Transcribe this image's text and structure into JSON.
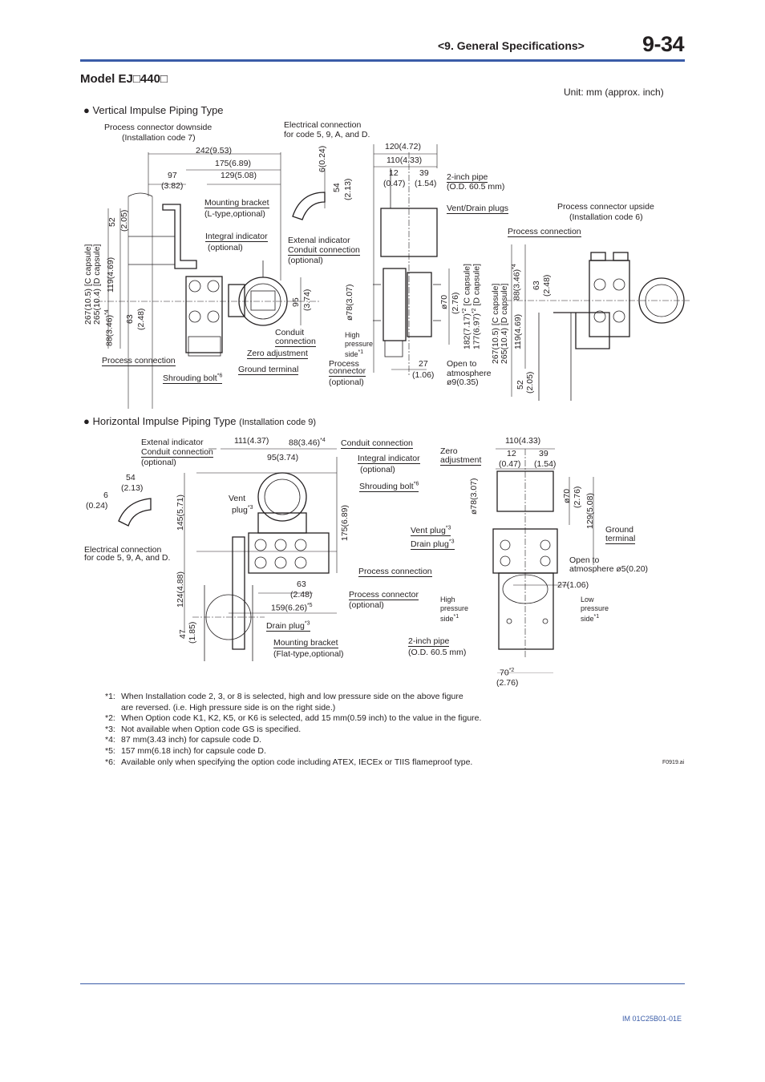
{
  "header": {
    "section": "<9.  General Specifications>",
    "page": "9-34"
  },
  "model_title": "Model EJ□440□",
  "unit_note": "Unit: mm (approx. inch)",
  "vertical": {
    "heading": "● Vertical Impulse Piping Type",
    "labels": {
      "downside": "Process connector downside",
      "downside_code": "(Installation code 7)",
      "elec1": "Electrical connection",
      "elec2": "for code 5, 9, A, and D.",
      "d242": "242(9.53)",
      "d175": "175(6.89)",
      "d97": "97",
      "d382": "(3.82)",
      "d129": "129(5.08)",
      "d6": "6(0.24)",
      "d54": "54",
      "d213": "(2.13)",
      "d120": "120(4.72)",
      "d110": "110(4.33)",
      "d12": "12",
      "d047": "(0.47)",
      "d39": "39",
      "d154": "(1.54)",
      "pipe1": "2-inch pipe",
      "pipe2": "(O.D. 60.5 mm)",
      "vent": "Vent/Drain plugs",
      "upside": "Process connector upside",
      "upside_code": "(Installation code 6)",
      "proc_conn_r": "Process connection",
      "mount1": "Mounting bracket",
      "mount2": "(L-type,optional)",
      "integ1": "Integral indicator",
      "integ2": "(optional)",
      "ext1": "Extenal indicator",
      "ext2": "Conduit connection",
      "ext3": "(optional)",
      "conduit1": "Conduit",
      "conduit2": "connection",
      "zero": "Zero adjustment",
      "proc_conn_l": "Process connection",
      "ground": "Ground terminal",
      "shroud": "Shrouding bolt",
      "shroud_sup": "*6",
      "high1": "High",
      "high2": "pressure",
      "high3": "side",
      "high_sup": "*1",
      "pconn1": "Process",
      "pconn2": "connector",
      "pconn3": "(optional)",
      "d27": "27",
      "d106": "(1.06)",
      "open1": "Open to",
      "open2": "atmosphere",
      "open3": "ø9(0.35)",
      "v52": "52",
      "v205": "(2.05)",
      "v119": "119(4.69)",
      "v267": "267(10.5) [C capsule]",
      "v265": "265(10.4) [D capsule]",
      "v88": "88(3.46)",
      "v88_sup": "*4",
      "v63": "63",
      "v248": "(2.48)",
      "v95": "95",
      "v374": "(3.74)",
      "v78": "ø78(3.07)",
      "v70": "ø70",
      "v276": "(2.76)",
      "v182": "182(7.17)",
      "v182_sup": "*2",
      "v182_c": " [C capsule]",
      "v177": "177(6.97)",
      "v177_d": " [D capsule]"
    }
  },
  "horizontal": {
    "heading": "● Horizontal Impulse Piping Type",
    "heading_small": "(Installation code 9)",
    "labels": {
      "ext1": "Extenal indicator",
      "ext2": "Conduit connection",
      "ext3": "(optional)",
      "d111": "111(4.37)",
      "d88": "88(3.46)",
      "d88_sup": "*4",
      "conduit": "Conduit connection",
      "d95": "95(3.74)",
      "integ1": "Integral indicator",
      "integ2": "(optional)",
      "shroud": "Shrouding bolt",
      "shroud_sup": "*6",
      "d54": "54",
      "d213": "(2.13)",
      "d6": "6",
      "d024": "(0.24)",
      "vent1": "Vent",
      "vent2": "plug",
      "vent_sup": "*3",
      "elec1": "Electrical connection",
      "elec2": "for code 5, 9, A, and D.",
      "v145": "145(5.71)",
      "v175": "175(6.89)",
      "v124": "124(4.88)",
      "v47": "47",
      "v185": "(1.85)",
      "d63": "63",
      "d248": "(2.48)",
      "d159": "159(6.26)",
      "d159_sup": "*5",
      "drain": "Drain plug",
      "drain_sup": "*3",
      "mount1": "Mounting bracket",
      "mount2": "(Flat-type,optional)",
      "proc_conn": "Process connection",
      "pconn1": "Process connector",
      "pconn2": "(optional)",
      "r110": "110(4.33)",
      "zero1": "Zero",
      "zero2": "adjustment",
      "r12": "12",
      "r047": "(0.47)",
      "r39": "39",
      "r154": "(1.54)",
      "r78": "ø78(3.07)",
      "r70": "ø70",
      "r276": "(2.76)",
      "r129": "129(5.08)",
      "ventp": "Vent plug",
      "ventp_sup": "*3",
      "drainp": "Drain plug",
      "drainp_sup": "*3",
      "ground1": "Ground",
      "ground2": "terminal",
      "open1": "Open to",
      "open2": "atmosphere ø5(0.20)",
      "r27": "27(1.06)",
      "high1": "High",
      "high2": "pressure",
      "high3": "side",
      "high_sup": "*1",
      "low1": "Low",
      "low2": "pressure",
      "low3": "side",
      "low_sup": "*1",
      "pipe1": "2-inch pipe",
      "pipe2": "(O.D. 60.5 mm)",
      "r70b": "70",
      "r70b_sup": "*2",
      "r276b": "(2.76)"
    }
  },
  "notes": [
    {
      "mark": "*1:",
      "text": "When Installation code 2, 3, or 8 is selected, high and low pressure side on the above figure"
    },
    {
      "mark": "",
      "text": "are reversed.   (i.e.  High pressure side is on the right side.)"
    },
    {
      "mark": "*2:",
      "text": "When Option code K1, K2, K5, or K6 is selected, add 15 mm(0.59 inch) to the value in the figure."
    },
    {
      "mark": "*3:",
      "text": "Not available when Option code GS is specified."
    },
    {
      "mark": "*4:",
      "text": "87 mm(3.43 inch) for capsule code D."
    },
    {
      "mark": "*5:",
      "text": "157 mm(6.18 inch) for capsule code D."
    },
    {
      "mark": "*6:",
      "text": "Available only when specifying the option code including ATEX, IECEx or TIIS flameproof type."
    }
  ],
  "figure_id": "F0919.ai",
  "footer": {
    "doc_id": "IM 01C25B01-01E"
  }
}
